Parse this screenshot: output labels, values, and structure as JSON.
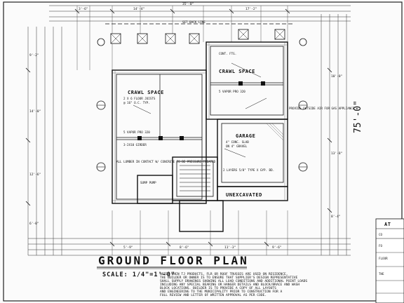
{
  "plan": {
    "title": "GROUND FLOOR PLAN",
    "scale": "SCALE: 1/4\"=1'-0\"",
    "overall_depth": "75'-0\"",
    "overall_width": "35'-0\""
  },
  "rooms": {
    "crawl_space_left": "CRAWL SPACE",
    "crawl_space_right": "CRAWL SPACE",
    "garage": "GARAGE",
    "unexcavated": "UNEXCAVATED",
    "setback": "SET BACK LINE"
  },
  "notes": {
    "crawl_left_1": "2 X 6 FLOOR JOISTS",
    "crawl_left_2": "@ 16\" O.C. TYP.",
    "vapor_left": "5 VAPOR PRO 320",
    "vapor_right": "5 VAPOR PRO 320",
    "garage_1": "4\" CONC. SLAB",
    "garage_2": "ON 4\" GRAVEL",
    "girder": "3-2X10 GIRDER",
    "footing": "CONT. FTG.",
    "vent": "PROVIDE OUTSIDE AIR FOR GAS APPLIANCE",
    "layers": "2 LAYERS 5/8\" TYPE X GYP. BD.",
    "sump": "SUMP PUMP",
    "lumber": "ALL LUMBER IN CONTACT W/ CONCRETE TO BE PRESSURE TREATED"
  },
  "general_note": {
    "line1": "NOTE: WHEN TJ PRODUCTS, FLR OR ROOF TRUSSES ARE USED ON RESIDENCE,",
    "line2": "THE BUILDER OR OWNER IS TO ENSURE THAT SUPPLIER'S DESIGN REPRESENTATIVE",
    "line3": "SHALL SUPPLY DRAWINGS SHOWING ALL LOAD CONDITIONS AND ADDITIONAL POINT LOADS",
    "line4": "INCLUDING ANY SPECIAL BEARING OR HANGER DETAILS AND BLOCK/BRACE AND WASH",
    "line5": "BLOCK LOCATIONS. BUILDER IS TO PROVIDE A COPY OF ALL LAYOUTS",
    "line6": "AND ENGINEERING TO THE MUNICIPALITY PRIOR TO CONSTRUCTION FOR A",
    "line7": "FULL REVIEW AND LETTER OF WRITTEN APPROVAL AS PER CODE."
  },
  "dims": {
    "top_a": "3'-6\"",
    "top_b": "14'-4\"",
    "top_c": "17'-2\"",
    "left_a": "9'-2\"",
    "left_b": "14'-0\"",
    "left_c": "12'-6\"",
    "left_d": "6'-0\"",
    "bot_a": "5'-9\"",
    "bot_b": "8'-6\"",
    "bot_c": "11'-3\"",
    "bot_d": "9'-6\"",
    "right_a": "10'-0\"",
    "right_b": "13'-8\"",
    "right_c": "8'-4\""
  },
  "sidebar": {
    "title": "AT",
    "line1": "CO",
    "line2": "FO",
    "line3": "FLOOR",
    "line4": "THE"
  }
}
